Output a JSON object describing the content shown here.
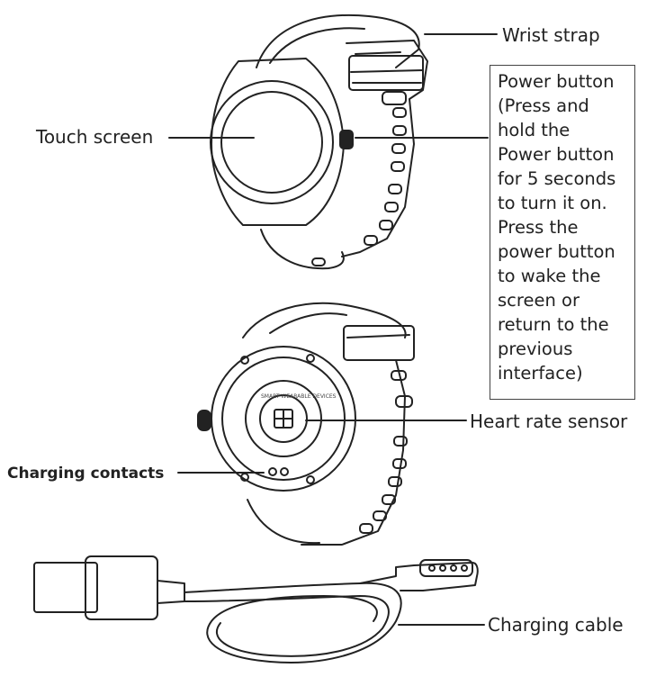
{
  "labels": {
    "wrist_strap": "Wrist strap",
    "touch_screen": "Touch screen",
    "power_button": "Power button (Press and hold the Power button for 5 seconds to turn it on. Press the power button to wake the screen or return to the previous interface)",
    "heart_rate_sensor": "Heart rate sensor",
    "charging_contacts": "Charging contacts",
    "charging_cable": "Charging cable"
  },
  "sensor_back_text": {
    "ring_text": "SMART WEARABLE DEVICES"
  }
}
